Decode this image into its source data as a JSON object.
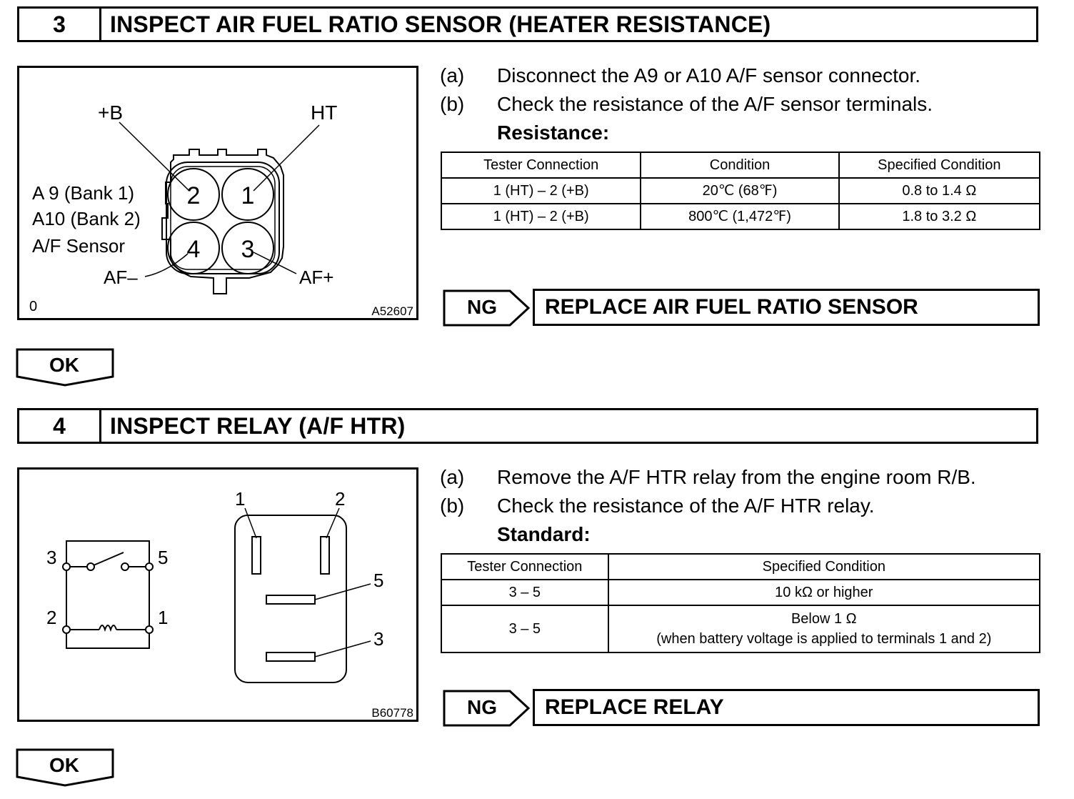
{
  "step3": {
    "number": "3",
    "title": "INSPECT AIR FUEL RATIO SENSOR (HEATER RESISTANCE)",
    "figure": {
      "label_plus_b": "+B",
      "label_ht": "HT",
      "label_bank1": "A 9 (Bank 1)",
      "label_bank2": "A10 (Bank 2)",
      "label_sensor": "A/F Sensor",
      "label_af_minus": "AF–",
      "label_af_plus": "AF+",
      "label_zero": "0",
      "figure_code": "A52607",
      "pins": [
        "2",
        "1",
        "4",
        "3"
      ]
    },
    "instructions": [
      {
        "label": "(a)",
        "text": "Disconnect the A9 or A10 A/F sensor connector."
      },
      {
        "label": "(b)",
        "text": "Check the resistance of the A/F sensor terminals."
      }
    ],
    "requirement": "Resistance:",
    "table": {
      "headers": [
        "Tester Connection",
        "Condition",
        "Specified Condition"
      ],
      "rows": [
        [
          "1 (HT) – 2 (+B)",
          "20℃ (68℉)",
          "0.8 to 1.4 Ω"
        ],
        [
          "1 (HT) – 2 (+B)",
          "800℃ (1,472℉)",
          "1.8 to 3.2 Ω"
        ]
      ]
    },
    "ng_label": "NG",
    "ng_action": "REPLACE AIR FUEL RATIO SENSOR",
    "ok_label": "OK"
  },
  "step4": {
    "number": "4",
    "title": "INSPECT RELAY (A/F HTR)",
    "figure": {
      "schematic_terminals": [
        "3",
        "5",
        "2",
        "1"
      ],
      "relay_terminals": [
        "1",
        "2",
        "5",
        "3"
      ],
      "figure_code": "B60778"
    },
    "instructions": [
      {
        "label": "(a)",
        "text": "Remove the A/F HTR relay from the engine room R/B."
      },
      {
        "label": "(b)",
        "text": "Check the resistance of the A/F HTR relay."
      }
    ],
    "requirement": "Standard:",
    "table": {
      "headers": [
        "Tester Connection",
        "Specified Condition"
      ],
      "rows": [
        [
          "3 – 5",
          "10 kΩ or higher"
        ],
        [
          "3 – 5",
          "Below 1 Ω",
          "(when battery voltage is applied to terminals 1 and 2)"
        ]
      ]
    },
    "ng_label": "NG",
    "ng_action": "REPLACE RELAY",
    "ok_label": "OK"
  }
}
